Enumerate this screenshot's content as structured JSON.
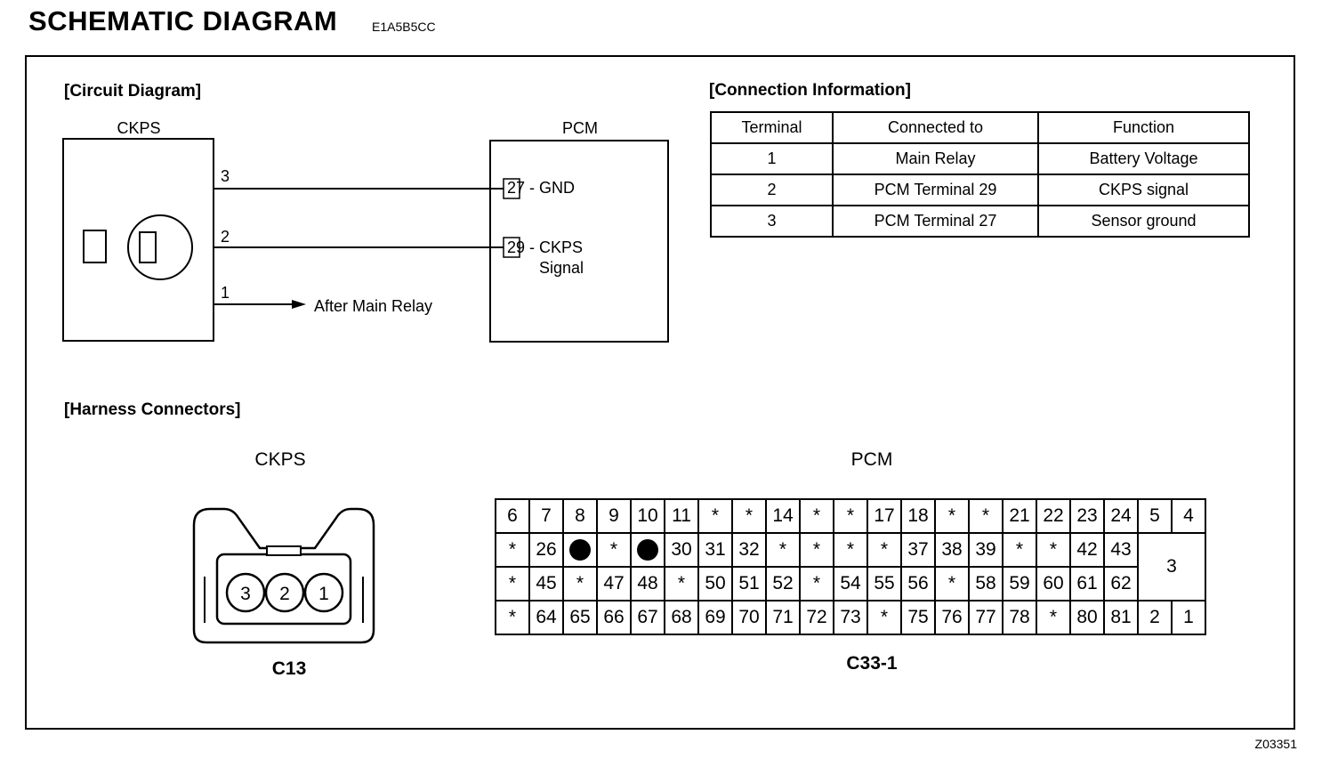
{
  "title": "SCHEMATIC  DIAGRAM",
  "doc_code": "E1A5B5CC",
  "footer_code": "Z03351",
  "circuit": {
    "section_title": "[Circuit Diagram]",
    "ckps_label": "CKPS",
    "pcm_label": "PCM",
    "pin3": "3",
    "pin2": "2",
    "pin1": "1",
    "pcm_term_27": "27",
    "pcm_term_27_label": " - GND",
    "pcm_term_29": "29",
    "pcm_term_29_label": " - CKPS",
    "pcm_term_29_label2": "Signal",
    "after_main_relay": "After Main Relay"
  },
  "connection": {
    "section_title": "[Connection Information]",
    "headers": [
      "Terminal",
      "Connected to",
      "Function"
    ],
    "rows": [
      [
        "1",
        "Main Relay",
        "Battery Voltage"
      ],
      [
        "2",
        "PCM Terminal 29",
        "CKPS signal"
      ],
      [
        "3",
        "PCM Terminal 27",
        "Sensor ground"
      ]
    ]
  },
  "harness": {
    "section_title": "[Harness Connectors]",
    "ckps_label": "CKPS",
    "ckps_pins": [
      "3",
      "2",
      "1"
    ],
    "ckps_connector_id": "C13",
    "pcm_label": "PCM",
    "pcm_connector_id": "C33-1",
    "pcm_rows": [
      [
        "6",
        "7",
        "8",
        "9",
        "10",
        "11",
        "*",
        "*",
        "14",
        "*",
        "*",
        "17",
        "18",
        "*",
        "*",
        "21",
        "22",
        "23",
        "24",
        "5",
        "4"
      ],
      [
        "*",
        "26",
        "●",
        "*",
        "●",
        "30",
        "31",
        "32",
        "*",
        "*",
        "*",
        "*",
        "37",
        "38",
        "39",
        "*",
        "*",
        "42",
        "43",
        "3"
      ],
      [
        "*",
        "45",
        "*",
        "47",
        "48",
        "*",
        "50",
        "51",
        "52",
        "*",
        "54",
        "55",
        "56",
        "*",
        "58",
        "59",
        "60",
        "61",
        "62"
      ],
      [
        "*",
        "64",
        "65",
        "66",
        "67",
        "68",
        "69",
        "70",
        "71",
        "72",
        "73",
        "*",
        "75",
        "76",
        "77",
        "78",
        "*",
        "80",
        "81",
        "2",
        "1"
      ]
    ]
  }
}
